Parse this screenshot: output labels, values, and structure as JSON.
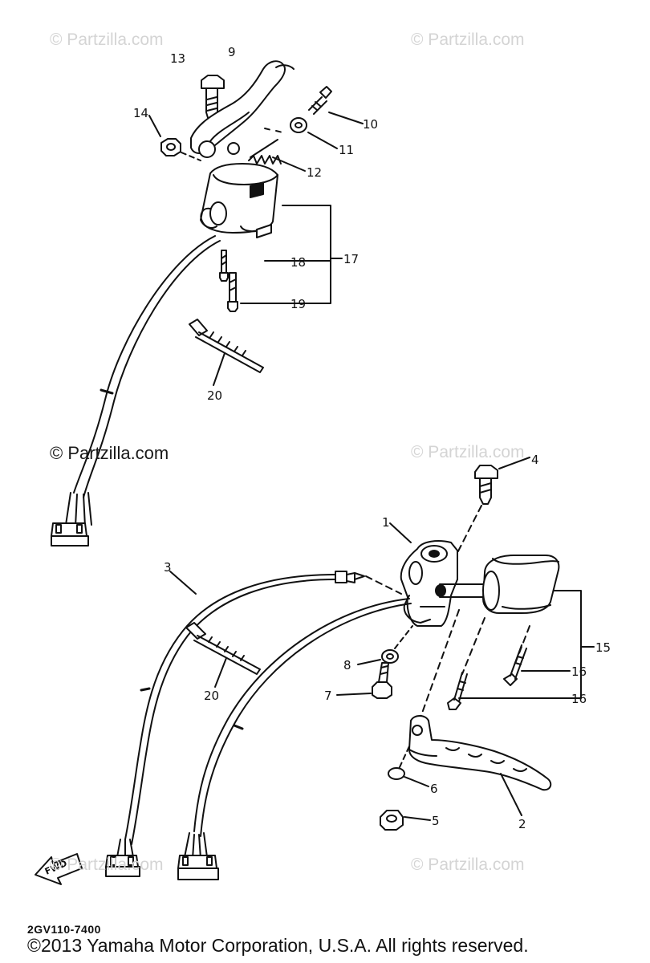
{
  "watermarks": [
    "© Partzilla.com",
    "© Partzilla.com",
    "© Partzilla.com",
    "© Partzilla.com",
    "© Partzilla.com",
    "© Partzilla.com"
  ],
  "direction_label": "FWD",
  "diagram_code": "2GV110-7400",
  "copyright": "©2013 Yamaha Motor Corporation, U.S.A. All rights reserved.",
  "callouts": {
    "c1": "1",
    "c2": "2",
    "c3": "3",
    "c4": "4",
    "c5": "5",
    "c6": "6",
    "c7": "7",
    "c8": "8",
    "c9": "9",
    "c10": "10",
    "c11": "11",
    "c12": "12",
    "c13": "13",
    "c14": "14",
    "c15": "15",
    "c16a": "16",
    "c16b": "16",
    "c17": "17",
    "c18": "18",
    "c19": "19",
    "c20a": "20",
    "c20b": "20"
  }
}
